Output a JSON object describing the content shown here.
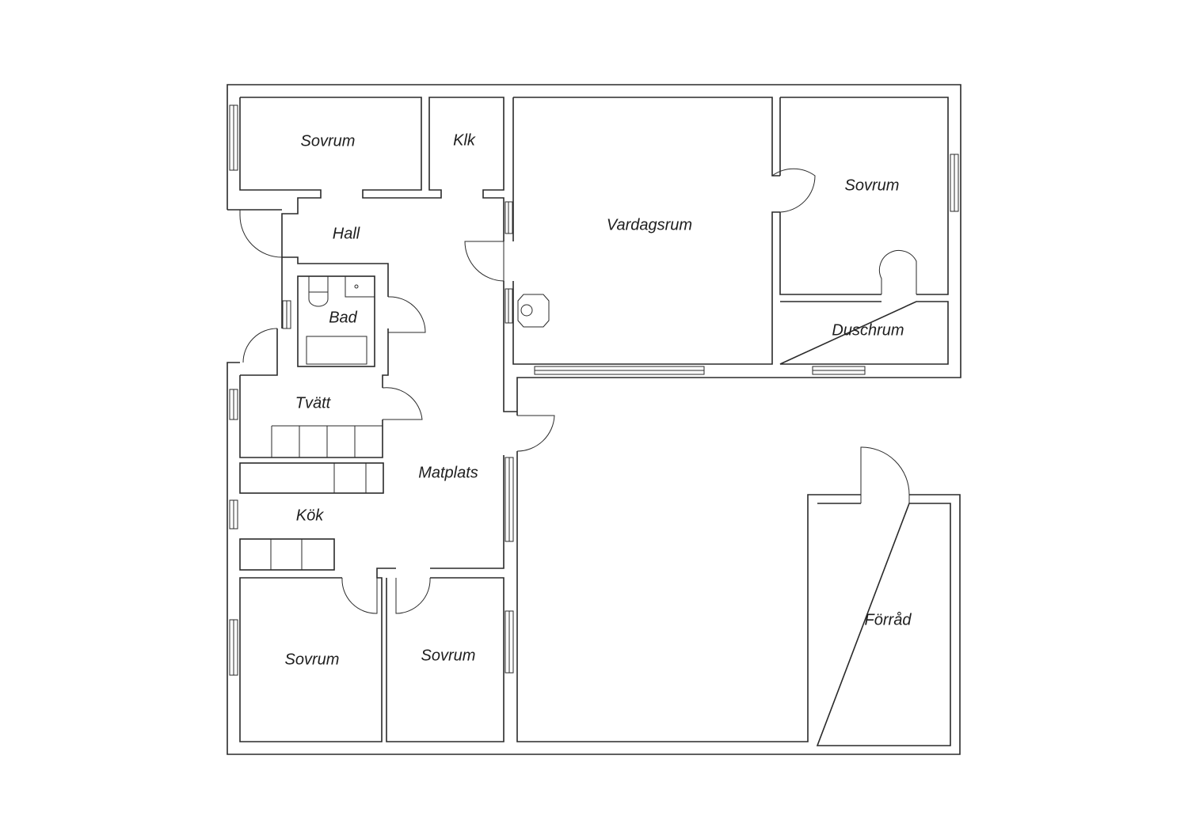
{
  "rooms": {
    "sovrum_top_left": "Sovrum",
    "klk": "Klk",
    "vardagsrum": "Vardagsrum",
    "sovrum_top_right": "Sovrum",
    "hall": "Hall",
    "bad": "Bad",
    "duschrum": "Duschrum",
    "tvatt": "Tvätt",
    "matplats": "Matplats",
    "kok": "Kök",
    "sovrum_bottom_left": "Sovrum",
    "sovrum_bottom_middle": "Sovrum",
    "forrad": "Förråd"
  }
}
